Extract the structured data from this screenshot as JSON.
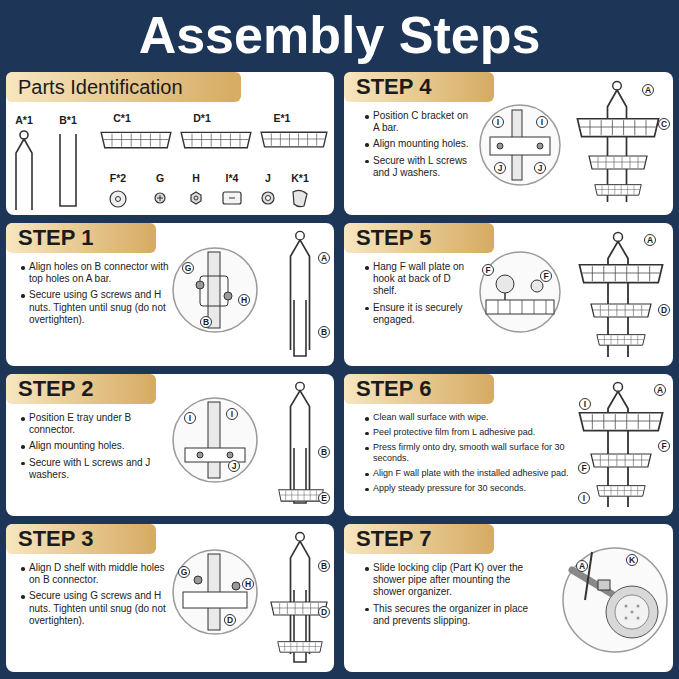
{
  "diagram": {
    "title": "Assembly Steps",
    "nodes": [
      {
        "text": [
          "Parts Identification"
        ]
      },
      {
        "text": [
          "STEP 4",
          "Position C bracket on A bar.",
          "Align mounting holes.",
          "Secure with L screws and J washers."
        ]
      },
      {
        "text": [
          "STEP 1",
          "Align holes on B connector with top holes on A bar.",
          "Secure using G screws and H nuts. Tighten until snug (do not overtighten)."
        ]
      },
      {
        "text": [
          "STEP 5",
          "Hang F wall plate on hook at back of D shelf.",
          "Ensure it is securely engaged."
        ]
      },
      {
        "text": [
          "STEP 2",
          "Position E tray under B connector.",
          "Align mounting holes.",
          "Secure with L screws and J washers."
        ]
      },
      {
        "text": [
          "STEP 6",
          "Clean wall surface with wipe.",
          "Peel protective film from L adhesive pad.",
          "Press firmly onto dry, smooth wall surface for 30 seconds.",
          "Align F wall plate with the installed adhesive pad.",
          "Apply steady pressure for 30 seconds."
        ]
      },
      {
        "text": [
          "STEP 3",
          "Align D shelf with middle holes on B connector.",
          "Secure using G screws and H nuts. Tighten until snug (do not overtighten)."
        ]
      },
      {
        "text": [
          "STEP 7",
          "Slide locking clip (Part K) over the shower pipe after mounting the shower organizer.",
          "This secures the organizer in place and prevents slipping."
        ]
      }
    ],
    "labels": [
      "A*1",
      "B*1",
      "C*1",
      "D*1",
      "E*1",
      "F*2",
      "G",
      "H",
      "I*4",
      "J",
      "K*1",
      "I",
      "I",
      "J",
      "J",
      "A",
      "C",
      "G",
      "H",
      "B",
      "A",
      "B",
      "F",
      "F",
      "A",
      "D",
      "I",
      "I",
      "J",
      "B",
      "E",
      "I",
      "A",
      "F",
      "F",
      "I",
      "G",
      "H",
      "D",
      "B",
      "D",
      "A",
      "K"
    ]
  }
}
